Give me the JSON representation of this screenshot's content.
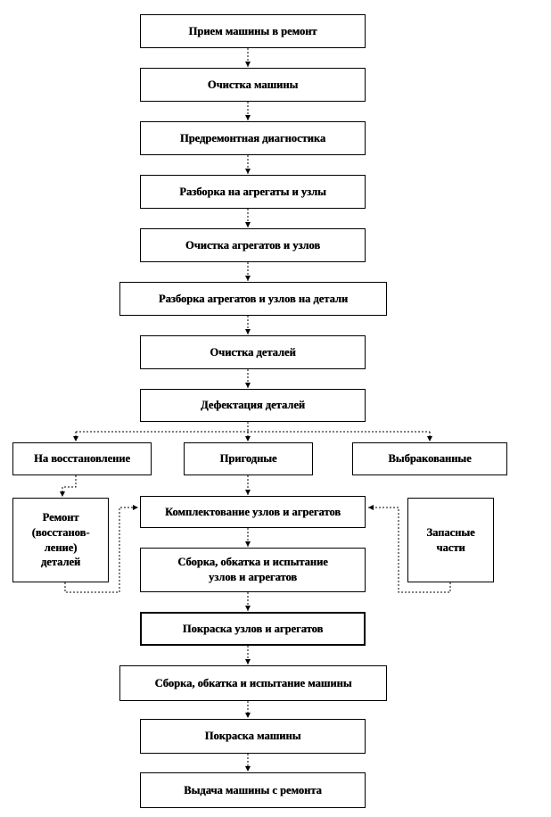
{
  "steps": {
    "s1": "Прием машины в ремонт",
    "s2": "Очистка машины",
    "s3": "Предремонтная диагностика",
    "s4": "Разборка на агрегаты и узлы",
    "s5": "Очистка агрегатов и узлов",
    "s6": "Разборка агрегатов и узлов на детали",
    "s7": "Очистка деталей",
    "s8": "Дефектация деталей",
    "b_restore": "На восстановление",
    "b_good": "Пригодные",
    "b_reject": "Выбракованные",
    "repair_lines": [
      "Ремонт",
      "(восстанов-",
      "ление)",
      "деталей"
    ],
    "spare_lines": [
      "Запасные",
      "части"
    ],
    "s9": "Комплектование узлов и агрегатов",
    "s10_lines": [
      "Сборка, обкатка и испытание",
      "узлов и агрегатов"
    ],
    "s11": "Покраска узлов и агрегатов",
    "s12": "Сборка, обкатка и испытание машины",
    "s13": "Покраска машины",
    "s14": "Выдача машины с ремонта"
  }
}
